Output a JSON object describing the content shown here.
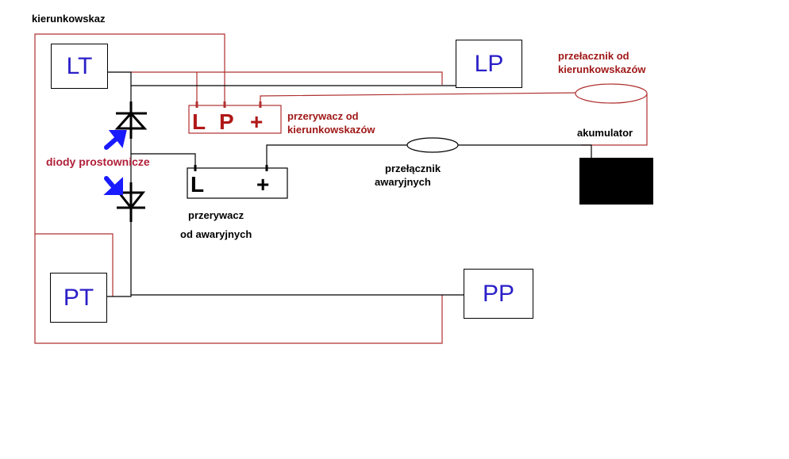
{
  "title": "kierunkowskaz",
  "lamps": {
    "lt": "LT",
    "lp": "LP",
    "pt": "PT",
    "pp": "PP"
  },
  "flasher_turn": {
    "pins": [
      "L",
      "P",
      "+"
    ],
    "label_1": "przerywacz od",
    "label_2": "kierunkowskazów"
  },
  "flasher_hazard": {
    "pins": [
      "L",
      "+"
    ],
    "label_1": "przerywacz",
    "label_2": "od awaryjnych"
  },
  "diodes_label": "diody prostownicze",
  "turn_switch": {
    "label_1": "przełacznik od",
    "label_2": "kierunkowskazów"
  },
  "hazard_switch": {
    "label_1": "przełącznik",
    "label_2": "awaryjnych"
  },
  "battery_label": "akumulator",
  "colors": {
    "red_wire": "#b03030",
    "black_wire": "#000000",
    "lamp_text": "#2a1fc8",
    "arrow": "#1a1aff"
  }
}
